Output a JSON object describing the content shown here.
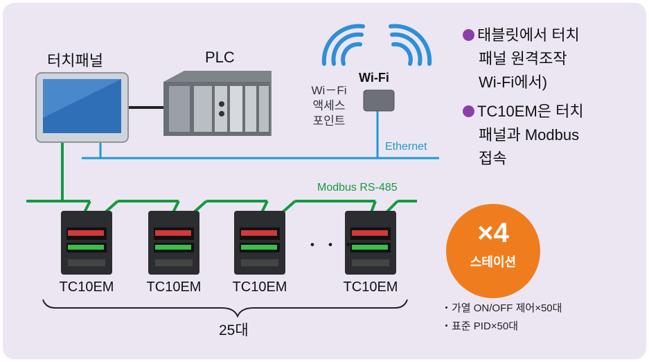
{
  "labels": {
    "touch_panel": "터치패널",
    "plc": "PLC",
    "wifi": "Wi-Fi",
    "access_point": [
      "Wi－Fi",
      "액세스",
      "포인트"
    ],
    "ethernet": "Ethernet",
    "modbus": "Modbus RS-485",
    "ellipsis": "・・・",
    "count_total": "25대"
  },
  "devices": [
    "TC10EM",
    "TC10EM",
    "TC10EM",
    "TC10EM"
  ],
  "bullets": [
    [
      "태블릿에서 터치",
      "패널 원격조작",
      "Wi-Fi에서)"
    ],
    [
      "TC10EM은 터치",
      "패널과 Modbus",
      "접속"
    ]
  ],
  "badge": {
    "multiplier": "×4",
    "text": "스테이션"
  },
  "notes": [
    "・가열 ON/OFF 제어×50대",
    "・표준 PID×50대"
  ],
  "colors": {
    "ethernet": "#1a9ad6",
    "modbus": "#129a3f",
    "badge": "#f07d1d",
    "bullet": "#8a3fa8",
    "background": "#ece6f3"
  }
}
